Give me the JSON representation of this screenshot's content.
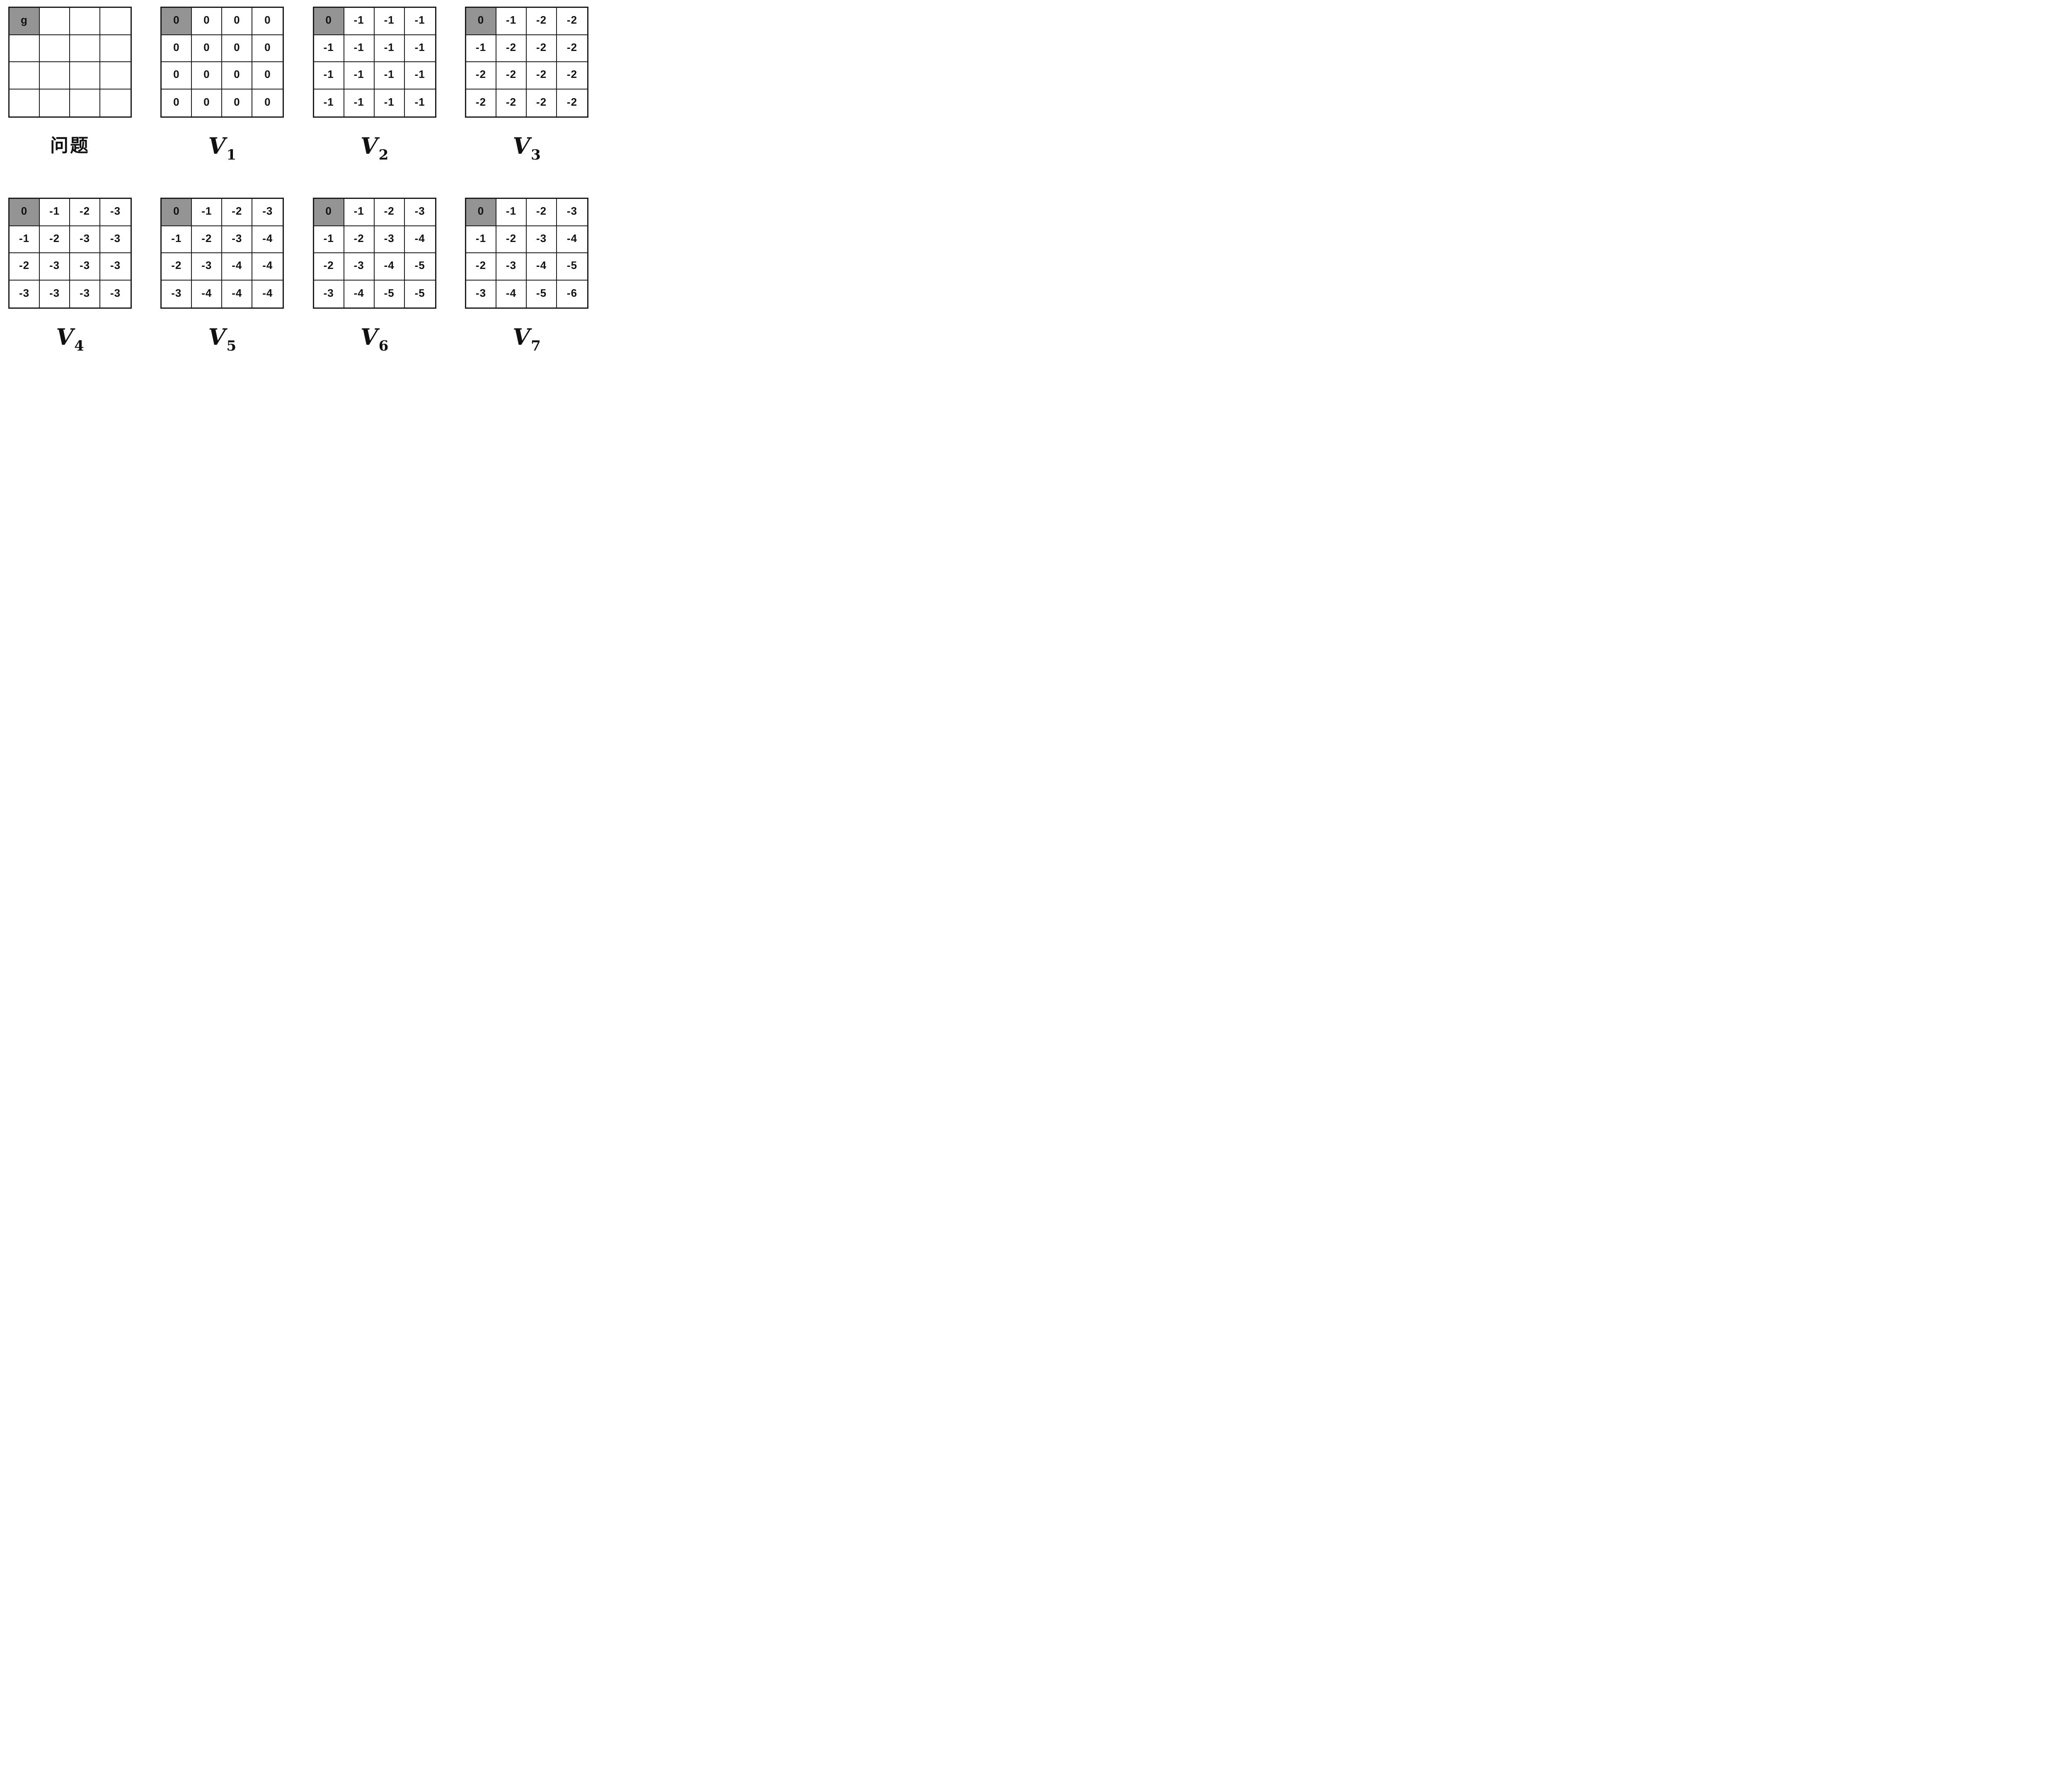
{
  "figure": {
    "description": "value-iteration-gridworld-figure",
    "rows": [
      [
        0,
        1,
        2,
        3
      ],
      [
        4,
        5,
        6,
        7
      ]
    ]
  },
  "colors": {
    "goal_cell_fill": "#949494",
    "grid_line": "#1a1a1a",
    "text": "#111111",
    "background": "#ffffff"
  },
  "grids": [
    {
      "id": "problem",
      "label_base": "问题",
      "label_sub": "",
      "highlight_cell": {
        "row": 0,
        "col": 0
      },
      "cells": [
        [
          "g",
          "",
          "",
          ""
        ],
        [
          "",
          "",
          "",
          ""
        ],
        [
          "",
          "",
          "",
          ""
        ],
        [
          "",
          "",
          "",
          ""
        ]
      ]
    },
    {
      "id": "V1",
      "label_base": "V",
      "label_sub": "1",
      "highlight_cell": {
        "row": 0,
        "col": 0
      },
      "cells": [
        [
          "0",
          "0",
          "0",
          "0"
        ],
        [
          "0",
          "0",
          "0",
          "0"
        ],
        [
          "0",
          "0",
          "0",
          "0"
        ],
        [
          "0",
          "0",
          "0",
          "0"
        ]
      ]
    },
    {
      "id": "V2",
      "label_base": "V",
      "label_sub": "2",
      "highlight_cell": {
        "row": 0,
        "col": 0
      },
      "cells": [
        [
          "0",
          "-1",
          "-1",
          "-1"
        ],
        [
          "-1",
          "-1",
          "-1",
          "-1"
        ],
        [
          "-1",
          "-1",
          "-1",
          "-1"
        ],
        [
          "-1",
          "-1",
          "-1",
          "-1"
        ]
      ]
    },
    {
      "id": "V3",
      "label_base": "V",
      "label_sub": "3",
      "highlight_cell": {
        "row": 0,
        "col": 0
      },
      "cells": [
        [
          "0",
          "-1",
          "-2",
          "-2"
        ],
        [
          "-1",
          "-2",
          "-2",
          "-2"
        ],
        [
          "-2",
          "-2",
          "-2",
          "-2"
        ],
        [
          "-2",
          "-2",
          "-2",
          "-2"
        ]
      ]
    },
    {
      "id": "V4",
      "label_base": "V",
      "label_sub": "4",
      "highlight_cell": {
        "row": 0,
        "col": 0
      },
      "cells": [
        [
          "0",
          "-1",
          "-2",
          "-3"
        ],
        [
          "-1",
          "-2",
          "-3",
          "-3"
        ],
        [
          "-2",
          "-3",
          "-3",
          "-3"
        ],
        [
          "-3",
          "-3",
          "-3",
          "-3"
        ]
      ]
    },
    {
      "id": "V5",
      "label_base": "V",
      "label_sub": "5",
      "highlight_cell": {
        "row": 0,
        "col": 0
      },
      "cells": [
        [
          "0",
          "-1",
          "-2",
          "-3"
        ],
        [
          "-1",
          "-2",
          "-3",
          "-4"
        ],
        [
          "-2",
          "-3",
          "-4",
          "-4"
        ],
        [
          "-3",
          "-4",
          "-4",
          "-4"
        ]
      ]
    },
    {
      "id": "V6",
      "label_base": "V",
      "label_sub": "6",
      "highlight_cell": {
        "row": 0,
        "col": 0
      },
      "cells": [
        [
          "0",
          "-1",
          "-2",
          "-3"
        ],
        [
          "-1",
          "-2",
          "-3",
          "-4"
        ],
        [
          "-2",
          "-3",
          "-4",
          "-5"
        ],
        [
          "-3",
          "-4",
          "-5",
          "-5"
        ]
      ]
    },
    {
      "id": "V7",
      "label_base": "V",
      "label_sub": "7",
      "highlight_cell": {
        "row": 0,
        "col": 0
      },
      "cells": [
        [
          "0",
          "-1",
          "-2",
          "-3"
        ],
        [
          "-1",
          "-2",
          "-3",
          "-4"
        ],
        [
          "-2",
          "-3",
          "-4",
          "-5"
        ],
        [
          "-3",
          "-4",
          "-5",
          "-6"
        ]
      ]
    }
  ]
}
